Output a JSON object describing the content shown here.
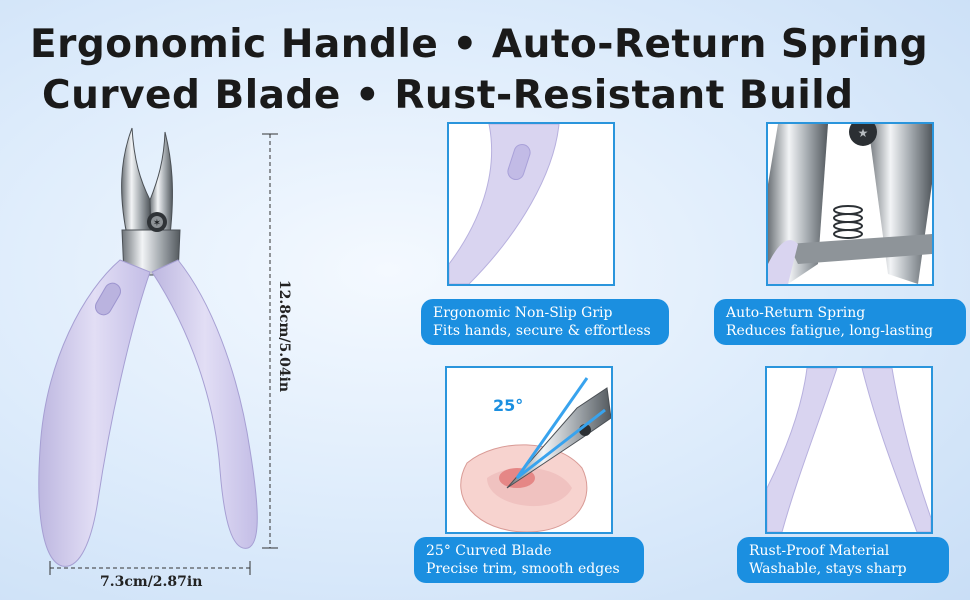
{
  "headline": {
    "line1": "Ergonomic Handle • Auto-Return Spring",
    "line2": "Curved Blade • Rust-Resistant Build"
  },
  "dimensions": {
    "height": "12.8cm/5.04in",
    "width": "7.3cm/2.87in"
  },
  "features": [
    {
      "title": "Ergonomic Non-Slip Grip",
      "subtitle": "Fits hands, secure & effortless"
    },
    {
      "title": "Auto-Return Spring",
      "subtitle": "Reduces fatigue, long-lasting"
    },
    {
      "title": "25° Curved Blade",
      "subtitle": "Precise trim, smooth edges"
    },
    {
      "title": "Rust-Proof Material",
      "subtitle": "Washable, stays sharp"
    }
  ],
  "blade_angle_label": "25°",
  "colors": {
    "handle": "#cfcaea",
    "accent": "#1b8fe0",
    "panel_border": "#2a95dc"
  }
}
